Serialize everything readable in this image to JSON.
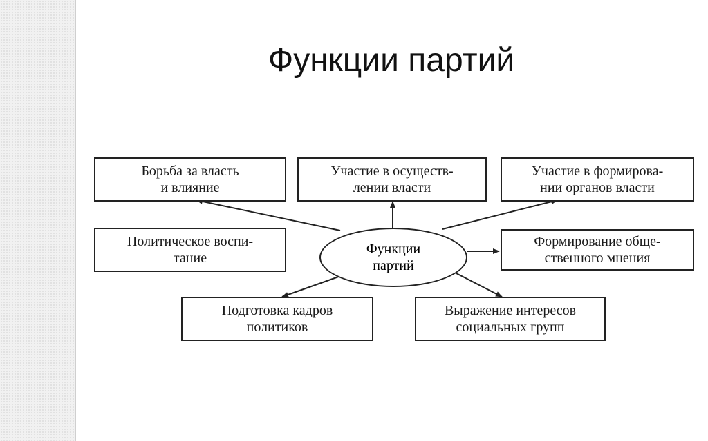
{
  "title": "Функции партий",
  "diagram": {
    "center": "Функции\nпартий",
    "boxes": {
      "struggle": "Борьба за власть\nи влияние",
      "exercise": "Участие в осуществ-\nлении власти",
      "formation": "Участие в формирова-\nнии органов власти",
      "education": "Политическое воспи-\nтание",
      "opinion": "Формирование обще-\nственного мнения",
      "cadres": "Подготовка кадров\nполитиков",
      "interests": "Выражение интересов\nсоциальных групп"
    }
  }
}
